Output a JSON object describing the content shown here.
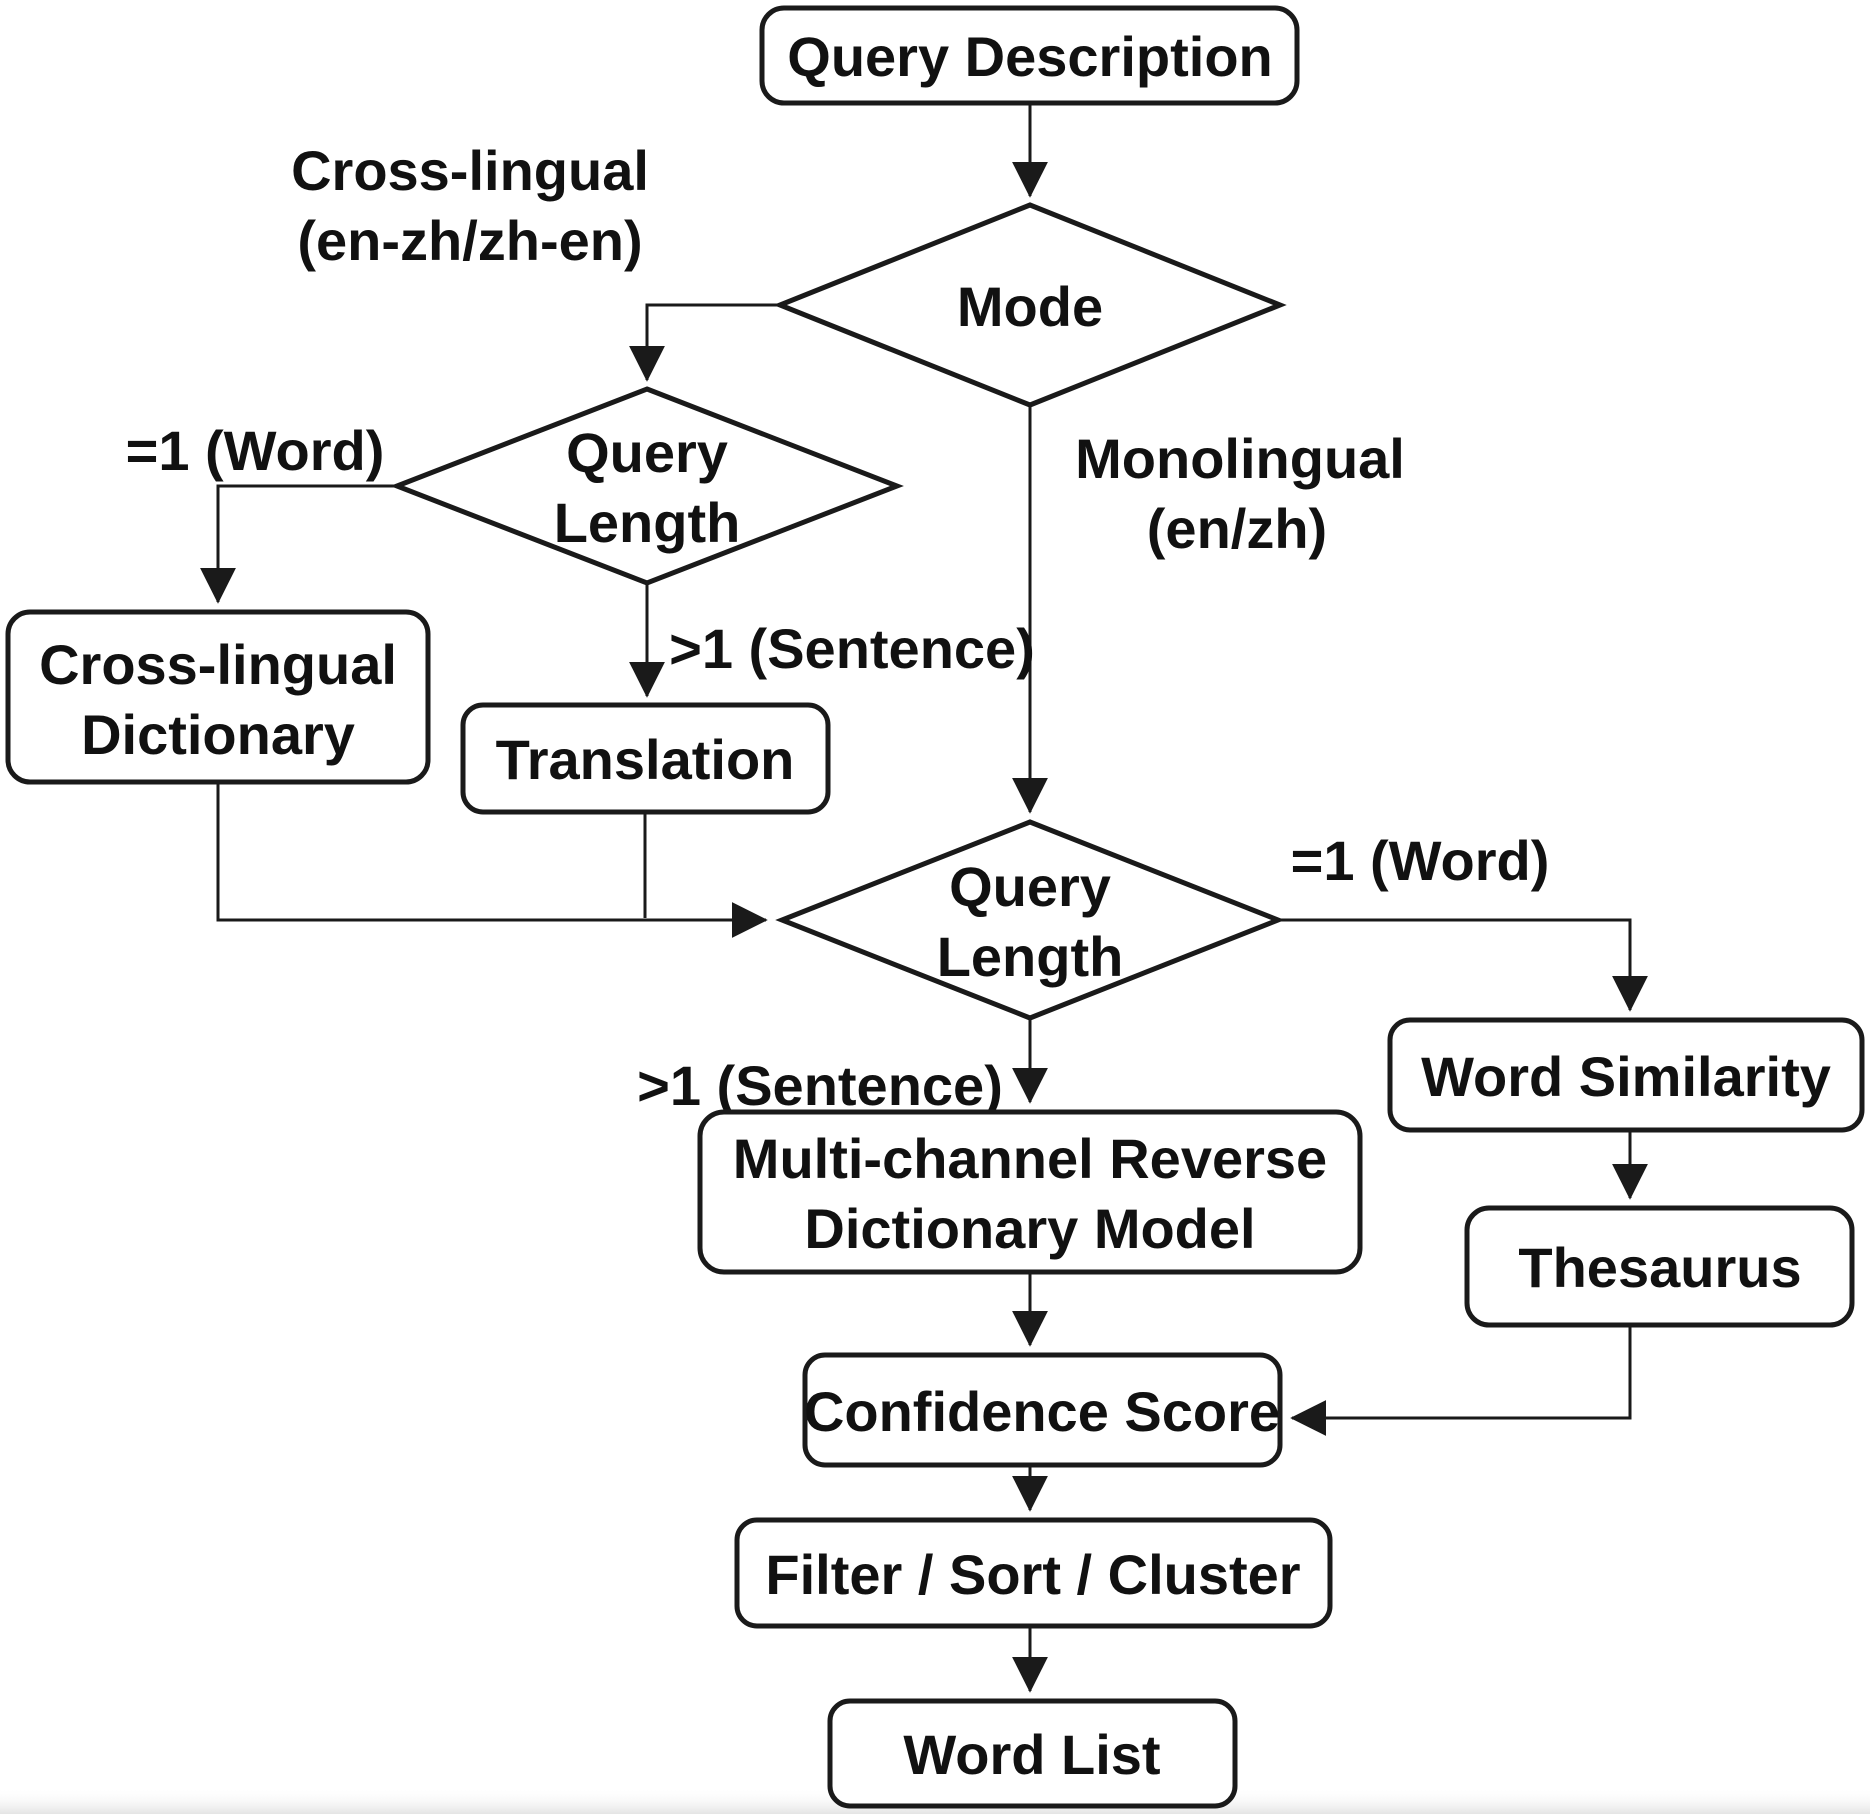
{
  "diagram": {
    "nodes": {
      "query_description": {
        "label": "Query Description",
        "shape": "rounded-rect"
      },
      "mode": {
        "label": "Mode",
        "shape": "diamond"
      },
      "query_length_1": {
        "line1": "Query",
        "line2": "Length",
        "shape": "diamond"
      },
      "cross_lingual_dictionary": {
        "line1": "Cross-lingual",
        "line2": "Dictionary",
        "shape": "rounded-rect"
      },
      "translation": {
        "label": "Translation",
        "shape": "rounded-rect"
      },
      "query_length_2": {
        "line1": "Query",
        "line2": "Length",
        "shape": "diamond"
      },
      "multi_channel_model": {
        "line1": "Multi-channel Reverse",
        "line2": "Dictionary Model",
        "shape": "rounded-rect"
      },
      "word_similarity": {
        "label": "Word Similarity",
        "shape": "rounded-rect"
      },
      "thesaurus": {
        "label": "Thesaurus",
        "shape": "rounded-rect"
      },
      "confidence_score": {
        "label": "Confidence Score",
        "shape": "rounded-rect"
      },
      "filter_sort_cluster": {
        "label": "Filter / Sort / Cluster",
        "shape": "rounded-rect"
      },
      "word_list": {
        "label": "Word List",
        "shape": "rounded-rect"
      }
    },
    "edge_labels": {
      "mode_cross_lingual": {
        "line1": "Cross-lingual",
        "line2": "(en-zh/zh-en)"
      },
      "mode_monolingual": {
        "line1": "Monolingual",
        "line2": "(en/zh)"
      },
      "ql1_eq1_word": "=1 (Word)",
      "ql1_gt1_sentence": ">1 (Sentence)",
      "ql2_eq1_word": "=1 (Word)",
      "ql2_gt1_sentence": ">1 (Sentence)"
    },
    "colors": {
      "line": "#1a1a1a",
      "text": "#111111",
      "background": "#ffffff"
    }
  }
}
